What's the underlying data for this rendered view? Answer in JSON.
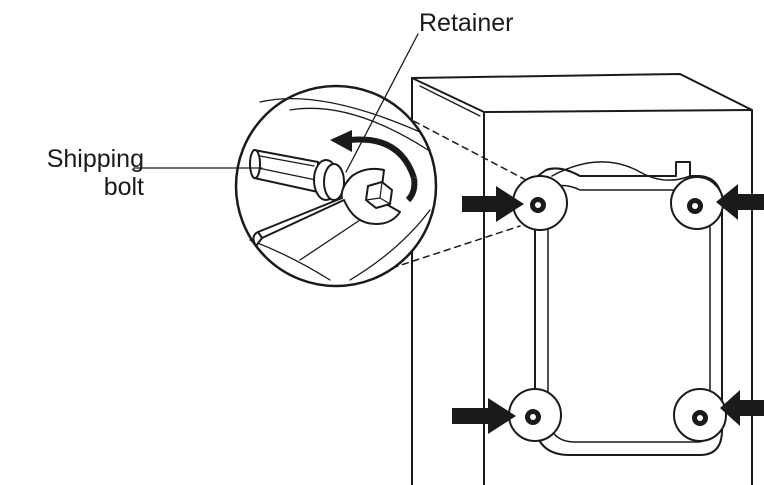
{
  "labels": {
    "retainer": "Retainer",
    "shipping_line1": "Shipping",
    "shipping_line2": "bolt"
  },
  "colors": {
    "ink": "#1a1a1a",
    "background": "#ffffff"
  },
  "icons": [
    "arrow-right-icon",
    "arrow-left-icon",
    "wrench-icon",
    "bolt-icon",
    "rotate-arrow-icon"
  ]
}
